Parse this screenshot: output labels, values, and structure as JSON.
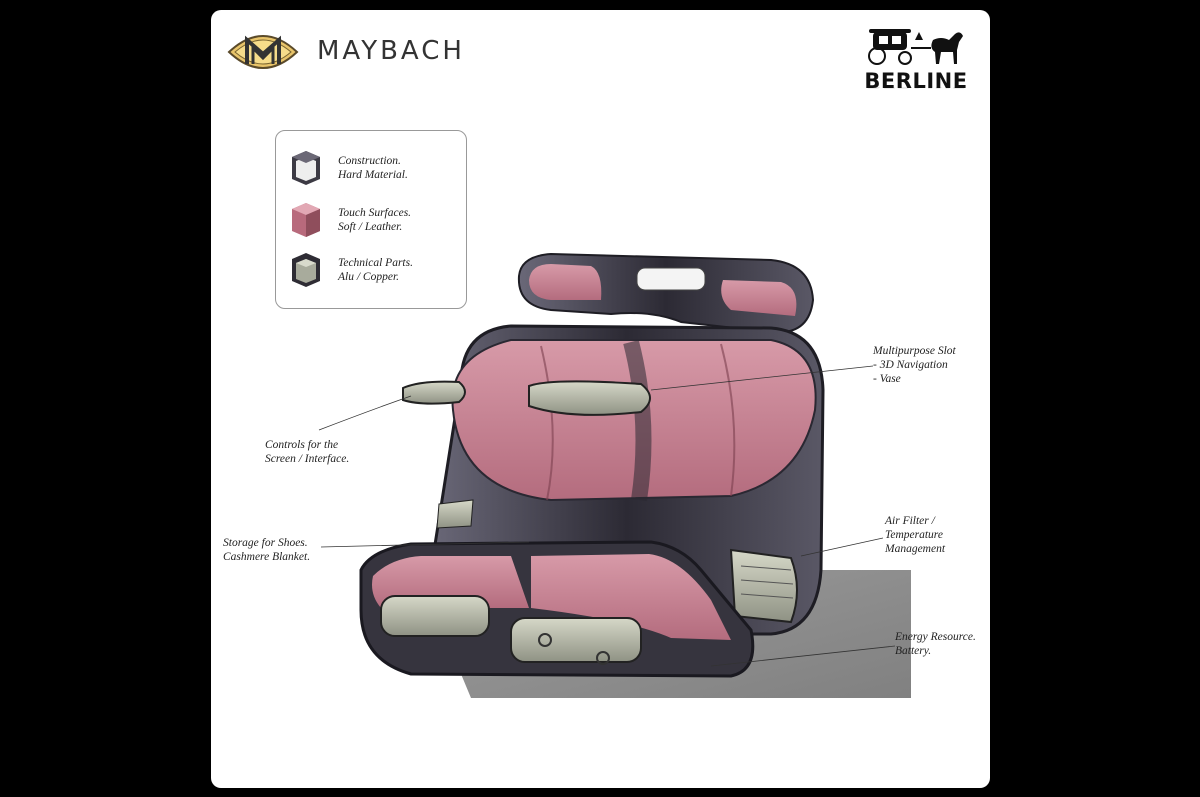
{
  "header": {
    "brand": "MAYBACH",
    "badge": "BERLINE"
  },
  "legend": [
    {
      "icon": "hard-material-cube-icon",
      "line1": "Construction.",
      "line2": "Hard Material."
    },
    {
      "icon": "leather-cube-icon",
      "line1": "Touch Surfaces.",
      "line2": "Soft / Leather."
    },
    {
      "icon": "metal-cube-icon",
      "line1": "Technical Parts.",
      "line2": "Alu / Copper."
    }
  ],
  "callouts": {
    "multipurpose": {
      "line1": "Multipurpose Slot",
      "line2": "- 3D Navigation",
      "line3": "- Vase"
    },
    "controls": {
      "line1": "Controls for the",
      "line2": "Screen / Interface."
    },
    "storage": {
      "line1": "Storage for Shoes.",
      "line2": "Cashmere Blanket."
    },
    "air": {
      "line1": "Air Filter /",
      "line2": "Temperature",
      "line3": "Management"
    },
    "energy": {
      "line1": "Energy Resource.",
      "line2": "Battery."
    }
  },
  "colors": {
    "leather": "#c98a98",
    "leather_dark": "#8f4e5c",
    "hard": "#4a4654",
    "metal": "#b9bcae"
  }
}
